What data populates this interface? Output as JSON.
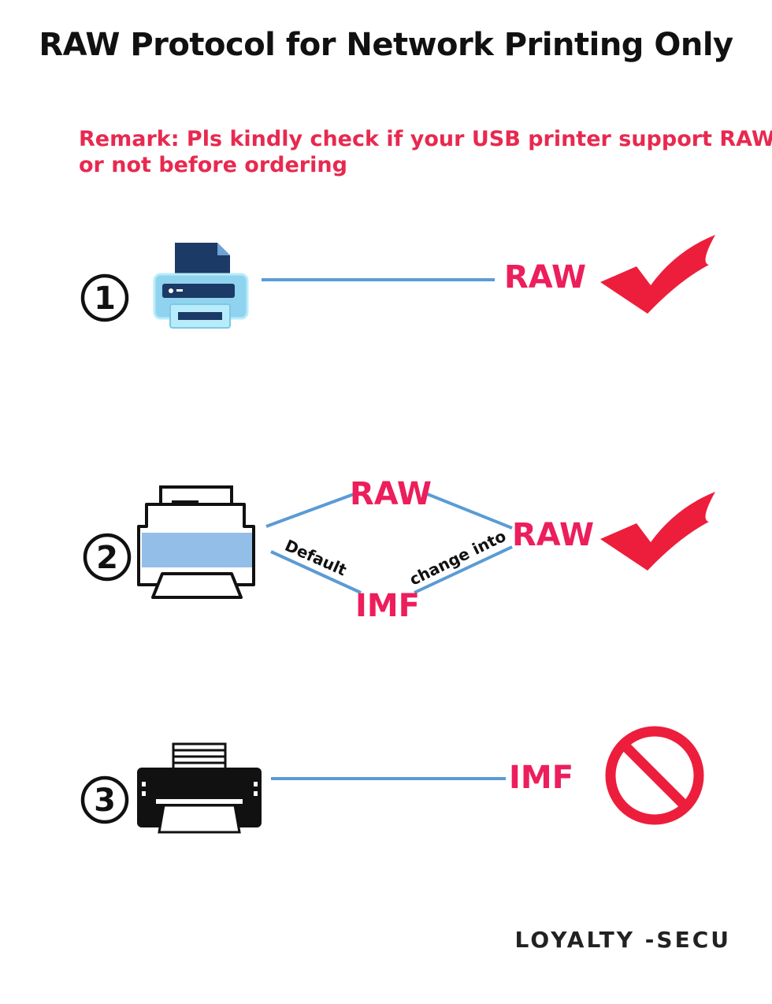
{
  "title": "RAW Protocol for Network Printing Only",
  "remark": {
    "line1": "Remark: Pls kindly check if your USB printer support RAW",
    "line2": "or not before ordering"
  },
  "items": [
    {
      "number": "1",
      "label": "RAW",
      "status_icon": "check-icon",
      "printer_icon": "blue-network-printer-icon"
    },
    {
      "number": "2",
      "upper_label": "RAW",
      "lower_label": "IMF",
      "result_label": "RAW",
      "default_text": "Default",
      "change_text": "change into",
      "status_icon": "check-icon",
      "printer_icon": "outline-printer-icon"
    },
    {
      "number": "3",
      "label": "IMF",
      "status_icon": "prohibited-icon",
      "printer_icon": "black-printer-icon"
    }
  ],
  "brand": "LOYALTY -SECU",
  "colors": {
    "accent": "#ec1e5b",
    "line": "#5b9bd5",
    "remark": "#e8294f",
    "title": "#111111"
  }
}
